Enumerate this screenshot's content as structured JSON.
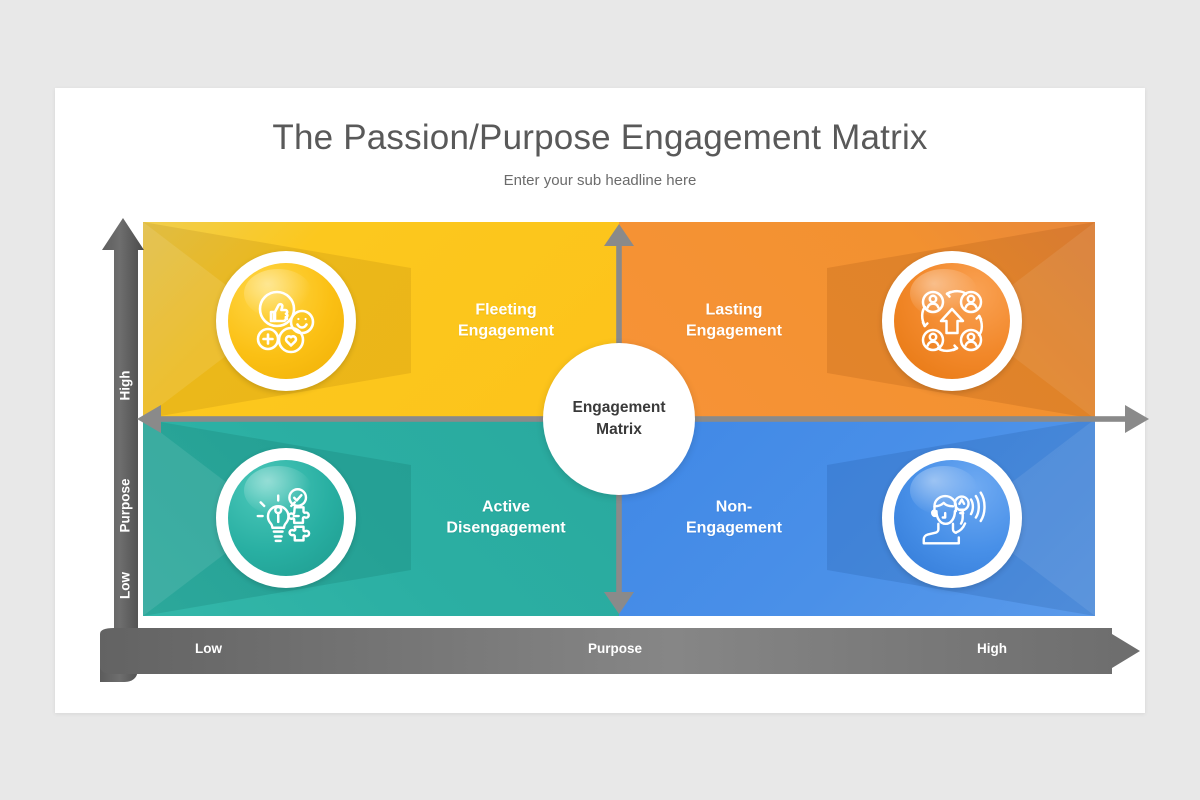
{
  "slide": {
    "title": "The Passion/Purpose Engagement Matrix",
    "subtitle": "Enter your sub headline here"
  },
  "center": {
    "line1": "Engagement",
    "line2": "Matrix"
  },
  "axes": {
    "y": {
      "top": "High",
      "middle": "Purpose",
      "bottom": "Low"
    },
    "x": {
      "left": "Low",
      "middle": "Purpose",
      "right": "High"
    }
  },
  "quadrants": [
    {
      "id": "top-left",
      "line1": "Fleeting",
      "line2": "Engagement",
      "color": "#FCC81E",
      "color_dark": "#E9B414",
      "icon": "thumbs-up-feedback-icon"
    },
    {
      "id": "top-right",
      "line1": "Lasting",
      "line2": "Engagement",
      "color": "#F29130",
      "color_dark": "#E07C18",
      "icon": "team-cycle-growth-icon"
    },
    {
      "id": "bottom-left",
      "line1": "Active",
      "line2": "Disengagement",
      "color": "#2BAFA3",
      "color_dark": "#229A90",
      "icon": "idea-puzzle-solution-icon"
    },
    {
      "id": "bottom-right",
      "line1": "Non-",
      "line2": "Engagement",
      "color": "#4A90E8",
      "color_dark": "#3179D6",
      "icon": "person-idea-broadcast-icon"
    }
  ],
  "theme": {
    "arrow_gray": "#8A8A8A",
    "axis_gray_dark": "#4F4F4F",
    "axis_gray_light": "#8E8E8E",
    "page_background": "#E8E8E8",
    "card_background": "#FFFFFF",
    "title_color": "#595959"
  }
}
